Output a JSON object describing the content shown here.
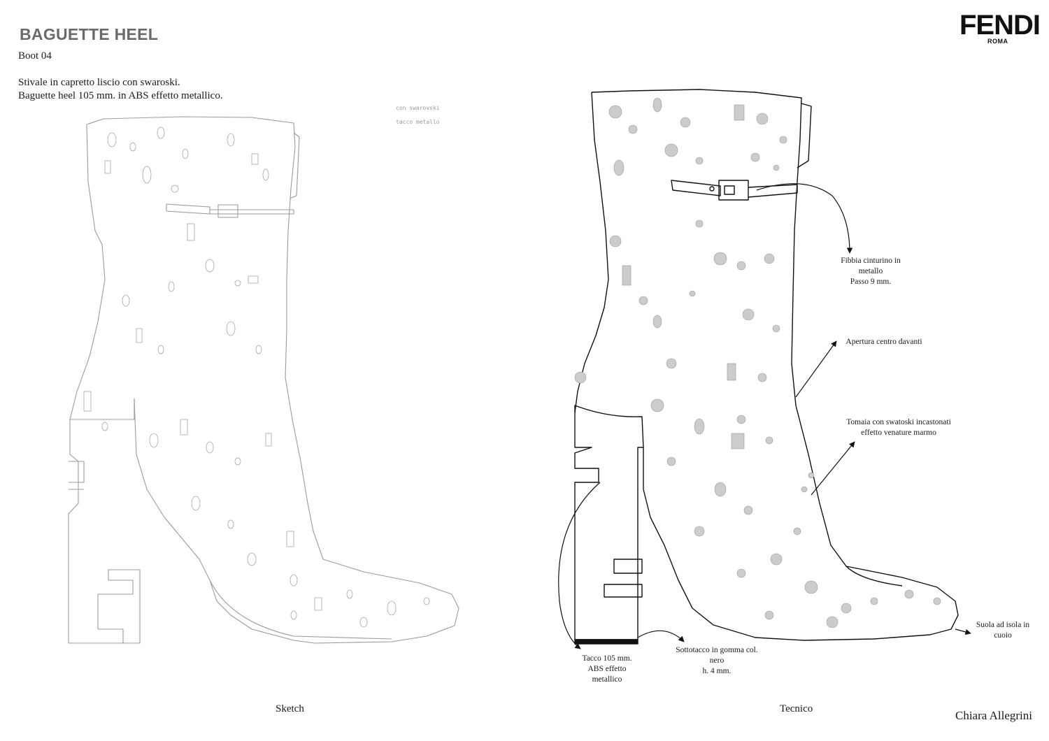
{
  "header": {
    "title": "BAGUETTE HEEL",
    "subtitle": "Boot 04",
    "description_line1": "Stivale in capretto liscio con swaroski.",
    "description_line2": "Baguette heel 105 mm. in ABS effetto metallico."
  },
  "brand": {
    "name": "FENDI",
    "sub": "ROMA"
  },
  "sketch_notes": {
    "line1": "con swarovski",
    "line2": "tacco metallo"
  },
  "annotations": {
    "buckle": [
      "Fibbia cinturino in",
      "metallo",
      "Passo 9 mm."
    ],
    "opening": [
      "Apertura centro davanti"
    ],
    "upper": [
      "Tomaia con swatoski incastonati",
      "effetto venature marmo"
    ],
    "sole": [
      "Suola ad isola in",
      "cuoio"
    ],
    "heel": [
      "Tacco 105 mm.",
      "ABS effetto",
      "metallico"
    ],
    "toplift": [
      "Sottotacco in gomma col.",
      "nero",
      "h. 4 mm."
    ]
  },
  "captions": {
    "sketch": "Sketch",
    "technical": "Tecnico"
  },
  "signature": "Chiara Allegrini",
  "colors": {
    "sketch_line": "#9a9a9a",
    "tech_line": "#111111",
    "stone_fill": "#c9c9c9",
    "title_gray": "#6a6a6a"
  }
}
